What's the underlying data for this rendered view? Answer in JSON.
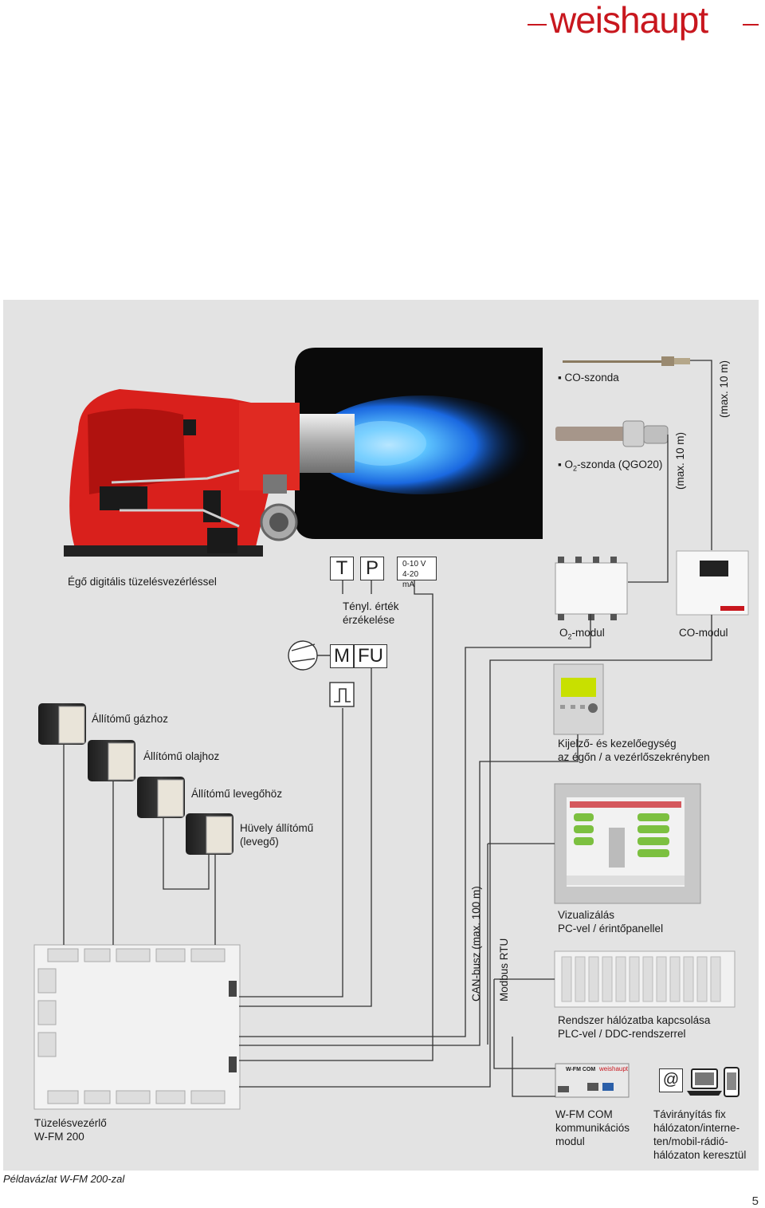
{
  "brand": {
    "name": "weishaupt",
    "color": "#c8171e"
  },
  "labels": {
    "burner": "Égő digitális tüzelésvezérléssel",
    "co_probe": "▪ CO-szonda",
    "o2_probe_pre": "▪ O",
    "o2_probe_sub": "2",
    "o2_probe_post": "-szonda (QGO20)",
    "max10_a": "(max. 10 m)",
    "max10_b": "(max. 10 m)",
    "actual_value": "Tényl. érték\nérzékelése",
    "o2_module_pre": "O",
    "o2_module_sub": "2",
    "o2_module_post": "-modul",
    "co_module": "CO-modul",
    "act_gas": "Állítómű gázhoz",
    "act_oil": "Állítómű olajhoz",
    "act_air": "Állítómű levegőhöz",
    "act_sleeve": "Hüvely állítómű\n(levegő)",
    "display_unit": "Kijelző- és kezelőegység\naz égőn / a vezérlőszekrényben",
    "visualization": "Vizualizálás\nPC-vel / érintőpanellel",
    "system_network": "Rendszer hálózatba kapcsolása\nPLC-vel / DDC-rendszerrel",
    "can_bus": "CAN-busz (max. 100 m)",
    "modbus": "Modbus RTU",
    "controller": "Tüzelésvezérlő\nW-FM 200",
    "wfm_com": "W-FM COM\nkommunikációs\nmodul",
    "remote": "Távirányítás fix\nhálózaton/interne-\nten/mobil-rádió-\nhálózaton keresztül"
  },
  "symbols": {
    "t": "T",
    "p": "P",
    "signal_line1": "0-10 V",
    "signal_line2": "4-20 mA",
    "m": "M",
    "fu": "FU",
    "at": "@",
    "wfm_com_label": "W-FM COM",
    "wfm_com_brand": "weishaupt"
  },
  "caption": "Példavázlat W-FM 200-zal",
  "page_number": "5"
}
